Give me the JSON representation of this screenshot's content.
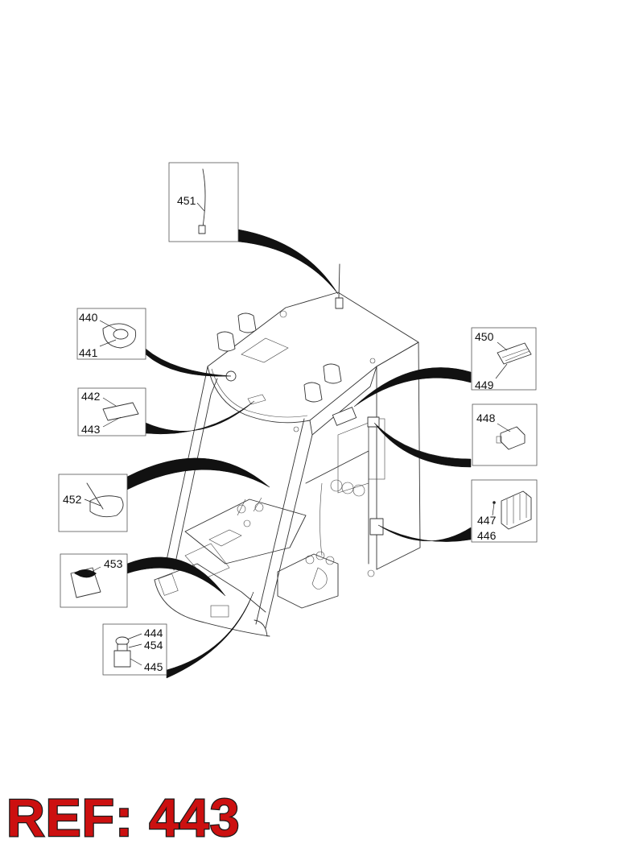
{
  "reference_label": "REF: 443",
  "callouts": [
    {
      "id": "box-451",
      "labels": [
        "451"
      ]
    },
    {
      "id": "box-440-441",
      "labels": [
        "440",
        "441"
      ]
    },
    {
      "id": "box-442-443",
      "labels": [
        "442",
        "443"
      ]
    },
    {
      "id": "box-452",
      "labels": [
        "452"
      ]
    },
    {
      "id": "box-453",
      "labels": [
        "453"
      ]
    },
    {
      "id": "box-444-454-445",
      "labels": [
        "444",
        "454",
        "445"
      ]
    },
    {
      "id": "box-450-449",
      "labels": [
        "450",
        "449"
      ]
    },
    {
      "id": "box-448",
      "labels": [
        "448"
      ]
    },
    {
      "id": "box-447-446",
      "labels": [
        "447",
        "446"
      ]
    }
  ],
  "colors": {
    "reference_fill": "#cc1010",
    "reference_outline": "#1a1a1a",
    "line": "#333333"
  }
}
